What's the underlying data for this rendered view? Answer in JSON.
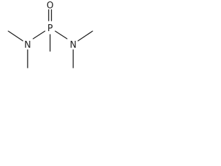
{
  "molecule": {
    "atoms": {
      "phosphorus": "P",
      "oxygen": "O",
      "nitrogen_left": "N",
      "nitrogen_right": "N"
    },
    "colors": {
      "ink": "#1a1a1a",
      "background": "#ffffff"
    }
  }
}
